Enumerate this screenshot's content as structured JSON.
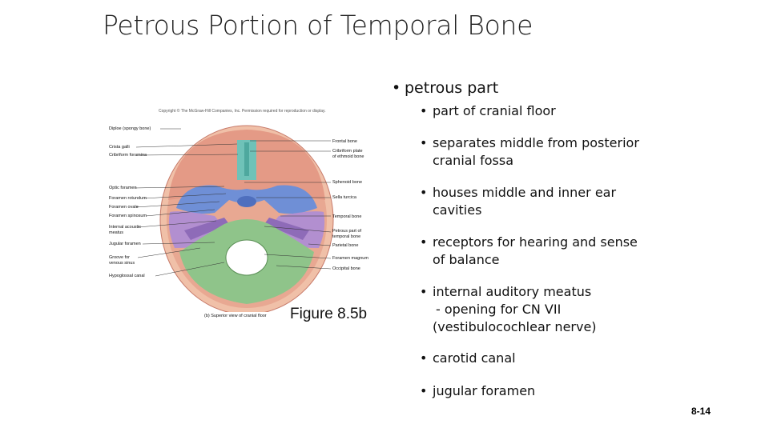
{
  "slide": {
    "title": "Petrous Portion of Temporal Bone",
    "slide_number": "8-14"
  },
  "bullets": {
    "main": "petrous part",
    "items": [
      "part of cranial floor",
      "separates middle from posterior",
      "cranial fossa",
      "houses middle and inner ear",
      "cavities",
      "receptors for hearing and sense",
      "of balance",
      "internal auditory meatus",
      "- opening for CN VII",
      "(vestibulocochlear nerve)",
      "carotid canal",
      "jugular foramen"
    ]
  },
  "figure": {
    "copyright": "Copyright © The McGraw-Hill Companies, Inc. Permission required for reproduction or display.",
    "caption": "Figure 8.5b",
    "diagram_caption": "(b) Superior view of cranial floor",
    "left_labels": [
      "Diploe (spongy bone)",
      "Crista galli",
      "Cribriform foramina",
      "Optic foramen",
      "Foramen rotundum",
      "Foramen ovale",
      "Foramen spinosum",
      "Internal acoustic",
      "meatus",
      "Jugular foramen",
      "Groove for",
      "venous sinus",
      "Hypoglossal canal"
    ],
    "right_labels": [
      "Frontal bone",
      "Cribriform plate",
      "of ethmoid bone",
      "Sphenoid bone",
      "Sella turcica",
      "Temporal bone",
      "Petrous part of",
      "temporal bone",
      "Parietal bone",
      "Foramen magnum",
      "Occipital bone"
    ]
  },
  "colors": {
    "frontal": "#e49a86",
    "sphenoid": "#6f8fd6",
    "temporal": "#b28fd0",
    "occipital": "#8fc48a",
    "ethmoid": "#6fc2b8",
    "bone_rim": "#f0c0a8"
  }
}
